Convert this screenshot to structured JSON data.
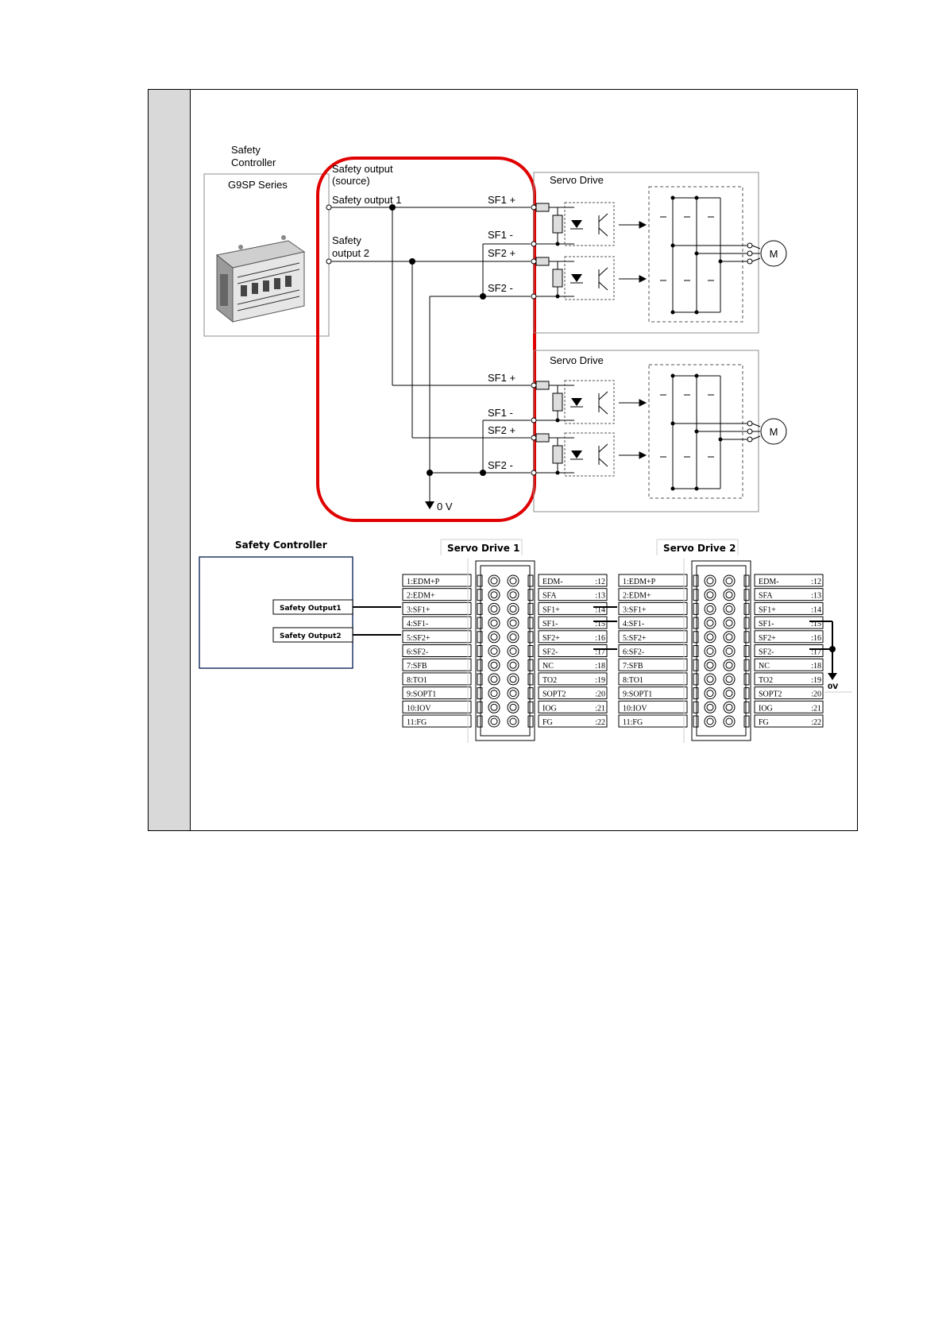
{
  "colors": {
    "highlight": "#e00000",
    "line": "#000000",
    "box_border": "#8c8c8c",
    "controller_box": "#1f3864",
    "gutter": "#d9d9d9"
  },
  "schematic": {
    "controller": {
      "label_line1": "Safety",
      "label_line2": "Controller",
      "series": "G9SP Series"
    },
    "safety_output_source_line1": "Safety output",
    "safety_output_source_line2": "(source)",
    "safety_output_1": "Safety output 1",
    "safety_output_2_line1": "Safety",
    "safety_output_2_line2": "output 2",
    "ground_label": "0 V",
    "drive_title": "Servo Drive",
    "terminals": [
      "SF1 +",
      "SF1 -",
      "SF2 +",
      "SF2 -"
    ],
    "motor_label": "M",
    "controller_image_icon": "plc-module-icon",
    "optocoupler_icon": "optocoupler-icon",
    "inverter_icon": "igbt-bridge-icon"
  },
  "wiring": {
    "controller_title": "Safety Controller",
    "controller_outputs": [
      "Safety Output1",
      "Safety Output2"
    ],
    "drives": [
      {
        "title": "Servo Drive 1",
        "left_pins": [
          "1:EDM+P",
          "2:EDM+",
          "3:SF1+",
          "4:SF1-",
          "5:SF2+",
          "6:SF2-",
          "7:SFB",
          "8:TO1",
          "9:SOPT1",
          "10:IOV",
          "11:FG"
        ],
        "right_pins": [
          {
            "name": "EDM-",
            "num": ":12"
          },
          {
            "name": "SFA",
            "num": ":13"
          },
          {
            "name": "SF1+",
            "num": ":14"
          },
          {
            "name": "SF1-",
            "num": ":15"
          },
          {
            "name": "SF2+",
            "num": ":16"
          },
          {
            "name": "SF2-",
            "num": ":17"
          },
          {
            "name": "NC",
            "num": ":18"
          },
          {
            "name": "TO2",
            "num": ":19"
          },
          {
            "name": "SOPT2",
            "num": ":20"
          },
          {
            "name": "IOG",
            "num": ":21"
          },
          {
            "name": "FG",
            "num": ":22"
          }
        ]
      },
      {
        "title": "Servo Drive 2",
        "left_pins": [
          "1:EDM+P",
          "2:EDM+",
          "3:SF1+",
          "4:SF1-",
          "5:SF2+",
          "6:SF2-",
          "7:SFB",
          "8:TO1",
          "9:SOPT1",
          "10:IOV",
          "11:FG"
        ],
        "right_pins": [
          {
            "name": "EDM-",
            "num": ":12"
          },
          {
            "name": "SFA",
            "num": ":13"
          },
          {
            "name": "SF1+",
            "num": ":14"
          },
          {
            "name": "SF1-",
            "num": ":15"
          },
          {
            "name": "SF2+",
            "num": ":16"
          },
          {
            "name": "SF2-",
            "num": ":17"
          },
          {
            "name": "NC",
            "num": ":18"
          },
          {
            "name": "TO2",
            "num": ":19"
          },
          {
            "name": "SOPT2",
            "num": ":20"
          },
          {
            "name": "IOG",
            "num": ":21"
          },
          {
            "name": "FG",
            "num": ":22"
          }
        ]
      }
    ],
    "ground_label": "0V"
  }
}
